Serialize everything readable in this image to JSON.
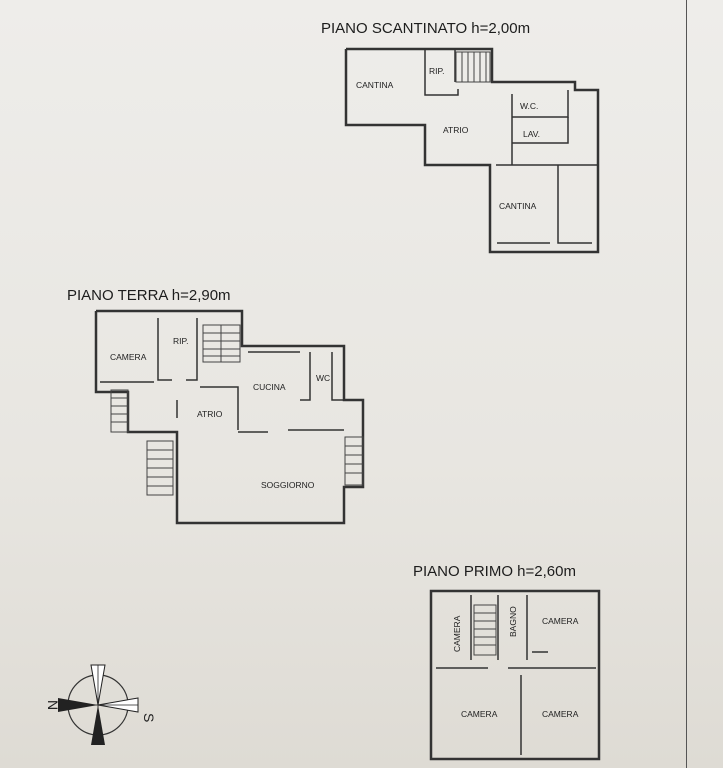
{
  "floors": {
    "basement": {
      "title": "PIANO SCANTINATO h=2,00m",
      "rooms": {
        "cantina_1": "CANTINA",
        "rip": "RIP.",
        "wc": "W.C.",
        "lav": "LAV.",
        "atrio": "ATRIO",
        "cantina_2": "CANTINA"
      }
    },
    "ground": {
      "title": "PIANO TERRA h=2,90m",
      "rooms": {
        "camera": "CAMERA",
        "rip": "RIP.",
        "cucina": "CUCINA",
        "wc": "WC",
        "atrio": "ATRIO",
        "soggiorno": "SOGGIORNO"
      }
    },
    "first": {
      "title": "PIANO PRIMO h=2,60m",
      "rooms": {
        "camera_small": "CAMERA",
        "bagno": "BAGNO",
        "camera_ne": "CAMERA",
        "camera_sw": "CAMERA",
        "camera_se": "CAMERA"
      }
    }
  },
  "compass": {
    "north": "N",
    "south": "S"
  }
}
